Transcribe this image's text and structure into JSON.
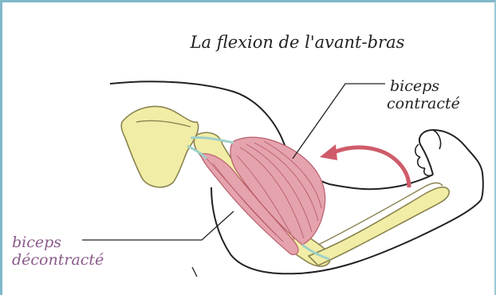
{
  "diagram": {
    "title": "La flexion de l'avant-bras",
    "labels": {
      "biceps_contracte": {
        "line1": "biceps",
        "line2": "contracté"
      },
      "biceps_decontracte": {
        "line1": "biceps",
        "line2": "décontracté"
      }
    }
  },
  "colors": {
    "frame_border": "#7fb8c8",
    "bone": "#f2eda6",
    "bone_outline": "#8a8450",
    "muscle": "#e5a3ad",
    "muscle_fiber": "#b85c6c",
    "skin_outline": "#222222",
    "motion_arrow": "#cf5b6a",
    "tendon": "#9fd0c8"
  }
}
